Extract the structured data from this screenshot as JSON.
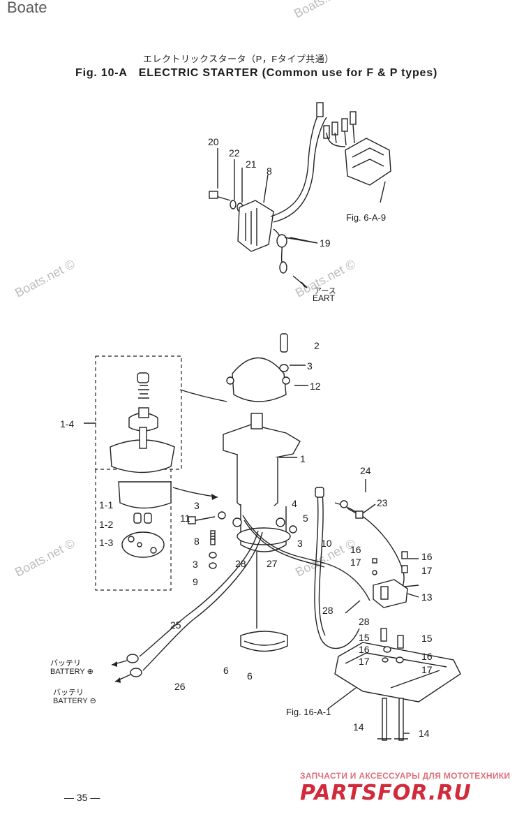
{
  "header": {
    "title_jp": "エレクトリックスタータ（P，Fタイプ共通）",
    "fig_number": "Fig. 10-A",
    "title_en": "ELECTRIC STARTER (Common use for F & P types)"
  },
  "watermarks": [
    "Boats.net ©",
    "Boats.net ©",
    "Boats.net ©",
    "Boats.net ©",
    "Boats.net ©"
  ],
  "watermark_top_left": "Boate",
  "callouts": {
    "c20": "20",
    "c22": "22",
    "c21": "21",
    "c8a": "8",
    "c19": "19",
    "c2": "2",
    "c3a": "3",
    "c12": "12",
    "c1_4": "1-4",
    "c1": "1",
    "c24": "24",
    "c23": "23",
    "c11": "11",
    "c3b": "3",
    "c4": "4",
    "c5": "5",
    "c1_1": "1-1",
    "c1_2": "1-2",
    "c1_3": "1-3",
    "c8b": "8",
    "c3c": "3",
    "c9": "9",
    "c28a": "28",
    "c27": "27",
    "c3d": "3",
    "c10": "10",
    "c16a": "16",
    "c17a": "17",
    "c16b": "16",
    "c17b": "17",
    "c13": "13",
    "c28b": "28",
    "c28c": "28",
    "c15a": "15",
    "c15b": "15",
    "c16c": "16",
    "c16d": "16",
    "c17c": "17",
    "c17d": "17",
    "c25": "25",
    "c26": "26",
    "c6a": "6",
    "c6b": "6",
    "c14a": "14",
    "c14b": "14"
  },
  "refs": {
    "fig6": "Fig. 6-A-9",
    "earth_jp": "アース",
    "earth_en": "EART",
    "fig16": "Fig. 16-A-1"
  },
  "battery": {
    "plus_jp": "バッテリ",
    "plus_en": "BATTERY",
    "plus_sign": "⊕",
    "minus_jp": "バッテリ",
    "minus_en": "BATTERY",
    "minus_sign": "⊖"
  },
  "footer": {
    "page_number": "— 35 —",
    "logo_sub": "ЗАПЧАСТИ И АКСЕССУАРЫ ДЛЯ МОТОТЕХНИКИ",
    "logo_main": "PARTSFOR.RU"
  }
}
